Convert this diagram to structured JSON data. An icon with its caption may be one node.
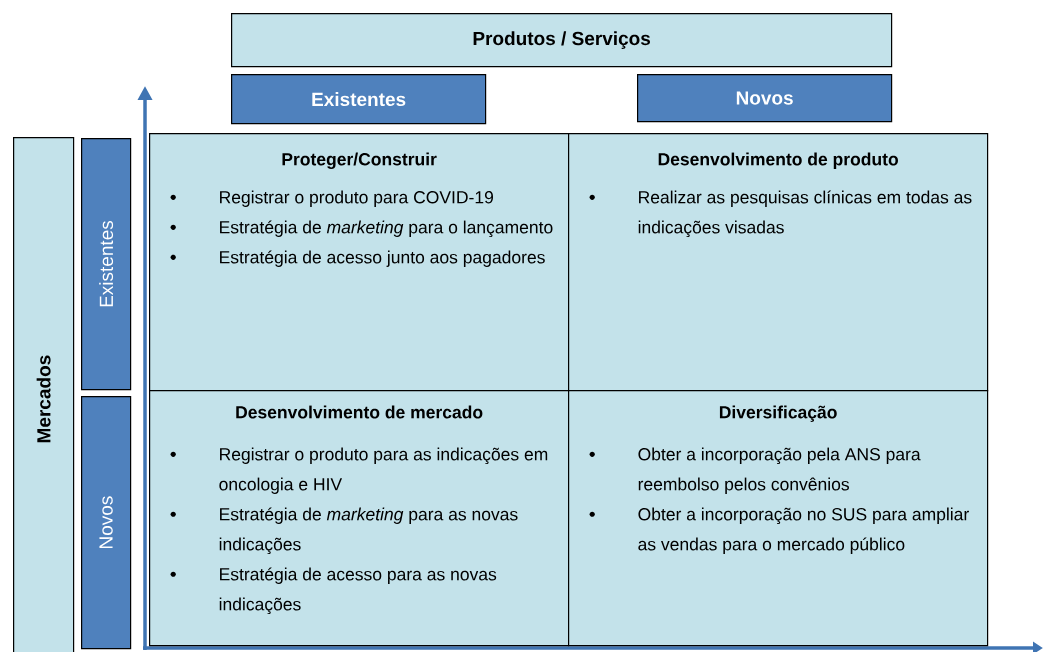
{
  "diagram": {
    "nodes": [
      {
        "text": [
          "Produtos / Serviços"
        ]
      },
      {
        "text": [
          "Existentes"
        ]
      },
      {
        "text": [
          "Novos"
        ]
      },
      {
        "text": [
          "Mercados"
        ]
      },
      {
        "text": [
          "Existentes"
        ]
      },
      {
        "text": [
          "Novos"
        ]
      },
      {
        "text": [
          "Proteger/Construir",
          "Registrar o produto para COVID-19",
          "Estratégia de *marketing* para o lançamento",
          "Estratégia de acesso junto aos pagadores"
        ]
      },
      {
        "text": [
          "Desenvolvimento de produto",
          "Realizar as pesquisas clínicas em todas as indicações visadas"
        ]
      },
      {
        "text": [
          "Desenvolvimento de mercado",
          "Registrar o produto para as indicações em oncologia e HIV",
          "Estratégia de *marketing* para as novas indicações",
          "Estratégia de acesso para as novas indicações"
        ]
      },
      {
        "text": [
          "Diversificação",
          "Obter a incorporação pela ANS para reembolso pelos convênios",
          "Obter a incorporação no SUS para ampliar as vendas para o mercado público"
        ]
      }
    ]
  }
}
